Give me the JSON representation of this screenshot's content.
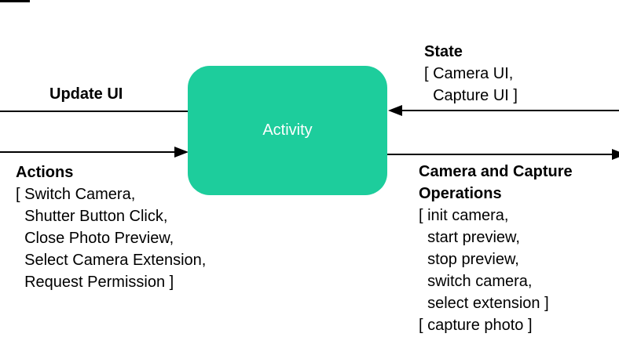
{
  "colors": {
    "activity_box": "#1dcd9c",
    "activity_text": "#ffffff",
    "arrow": "#000000",
    "label_text": "#000000",
    "background": "#ffffff"
  },
  "activity": {
    "label": "Activity"
  },
  "update_ui": {
    "title": "Update UI"
  },
  "actions": {
    "title": "Actions",
    "lines": [
      "[ Switch Camera,",
      "  Shutter Button Click,",
      "  Close Photo Preview,",
      "  Select Camera Extension,",
      "  Request Permission ]"
    ]
  },
  "state": {
    "title": "State",
    "lines": [
      "[ Camera UI,",
      "  Capture UI ]"
    ]
  },
  "operations": {
    "title": "Camera and Capture Operations",
    "lines": [
      "[ init camera,",
      "  start preview,",
      "  stop preview,",
      "  switch camera,",
      "  select extension ]",
      "[ capture photo ]"
    ]
  }
}
